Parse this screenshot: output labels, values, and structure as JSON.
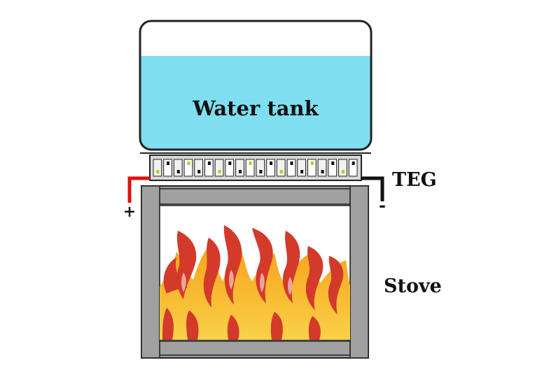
{
  "labels": {
    "water_tank": "Water tank",
    "teg": "TEG",
    "stove": "Stove",
    "positive": "+",
    "negative": "-"
  },
  "colors": {
    "water": "#7fdff0",
    "tank_outline": "#222222",
    "wire_positive": "#e01010",
    "wire_negative": "#111111",
    "stove_frame": "#a0a0a0",
    "flame_outer": "#d33a2a",
    "flame_mid": "#f39c12",
    "flame_core": "#f9d24a"
  }
}
